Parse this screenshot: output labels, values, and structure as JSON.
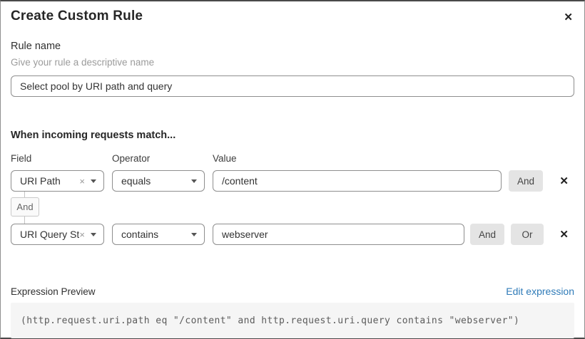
{
  "dialog": {
    "title": "Create Custom Rule",
    "close_icon": "✕"
  },
  "rule_name": {
    "label": "Rule name",
    "helper": "Give your rule a descriptive name",
    "value": "Select pool by URI path and query"
  },
  "match": {
    "heading": "When incoming requests match...",
    "column_labels": {
      "field": "Field",
      "operator": "Operator",
      "value": "Value"
    },
    "connector_label": "And",
    "clear_icon": "×",
    "remove_icon": "✕",
    "rows": [
      {
        "field": "URI Path",
        "operator": "equals",
        "value": "/content",
        "and_label": "And"
      },
      {
        "field": "URI Query St...",
        "operator": "contains",
        "value": "webserver",
        "and_label": "And",
        "or_label": "Or"
      }
    ]
  },
  "expression": {
    "label": "Expression Preview",
    "edit_link": "Edit expression",
    "code": "(http.request.uri.path eq \"/content\" and http.request.uri.query contains \"webserver\")"
  },
  "colors": {
    "link": "#2f7bb8",
    "button_bg": "#e4e4e4",
    "code_bg": "#f5f5f5",
    "input_border": "#8e8e8e"
  }
}
